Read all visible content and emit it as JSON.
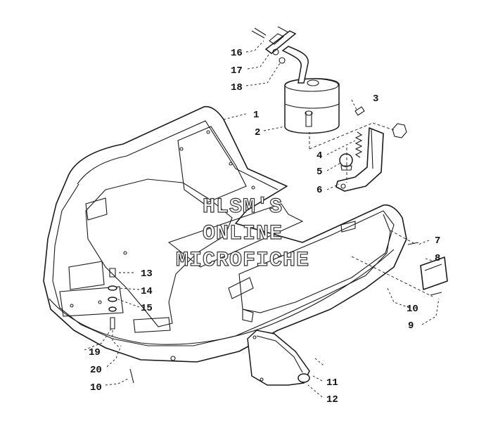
{
  "watermark": {
    "line1": "HLSM'S",
    "line2": "ONLINE",
    "line3": "MICROFICHE"
  },
  "callouts": {
    "c1": "1",
    "c2": "2",
    "c3": "3",
    "c4": "4",
    "c5": "5",
    "c6": "6",
    "c7": "7",
    "c8": "8",
    "c9": "9",
    "c10a": "10",
    "c10b": "10",
    "c11": "11",
    "c12": "12",
    "c13": "13",
    "c14": "14",
    "c15": "15",
    "c16": "16",
    "c17": "17",
    "c18": "18",
    "c19": "19",
    "c20": "20"
  }
}
